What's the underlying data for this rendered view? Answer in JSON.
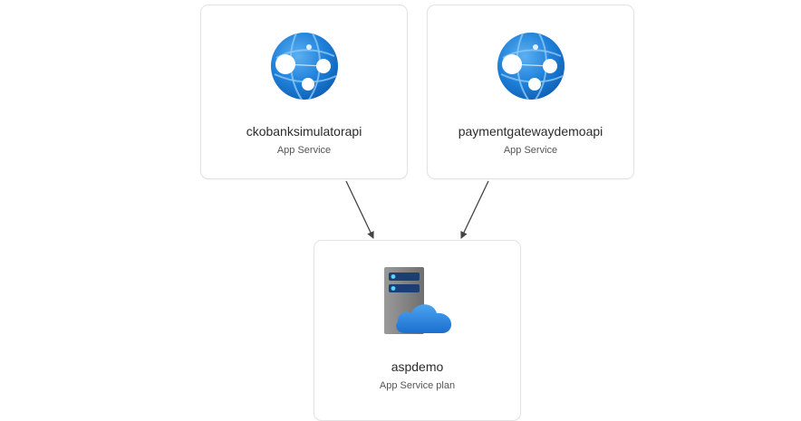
{
  "nodes": [
    {
      "name": "ckobanksimulatorapi",
      "type": "App Service",
      "icon": "app-service-globe-icon"
    },
    {
      "name": "paymentgatewaydemoapi",
      "type": "App Service",
      "icon": "app-service-globe-icon"
    },
    {
      "name": "aspdemo",
      "type": "App Service plan",
      "icon": "app-service-plan-icon"
    }
  ],
  "edges": [
    {
      "from": "ckobanksimulatorapi",
      "to": "aspdemo"
    },
    {
      "from": "paymentgatewaydemoapi",
      "to": "aspdemo"
    }
  ],
  "colors": {
    "globe_blue": "#1e7fd8",
    "globe_light": "#4ba3ee",
    "cloud_blue": "#2f86e0",
    "server_gray": "#8a8a8a",
    "arrow": "#444444"
  }
}
